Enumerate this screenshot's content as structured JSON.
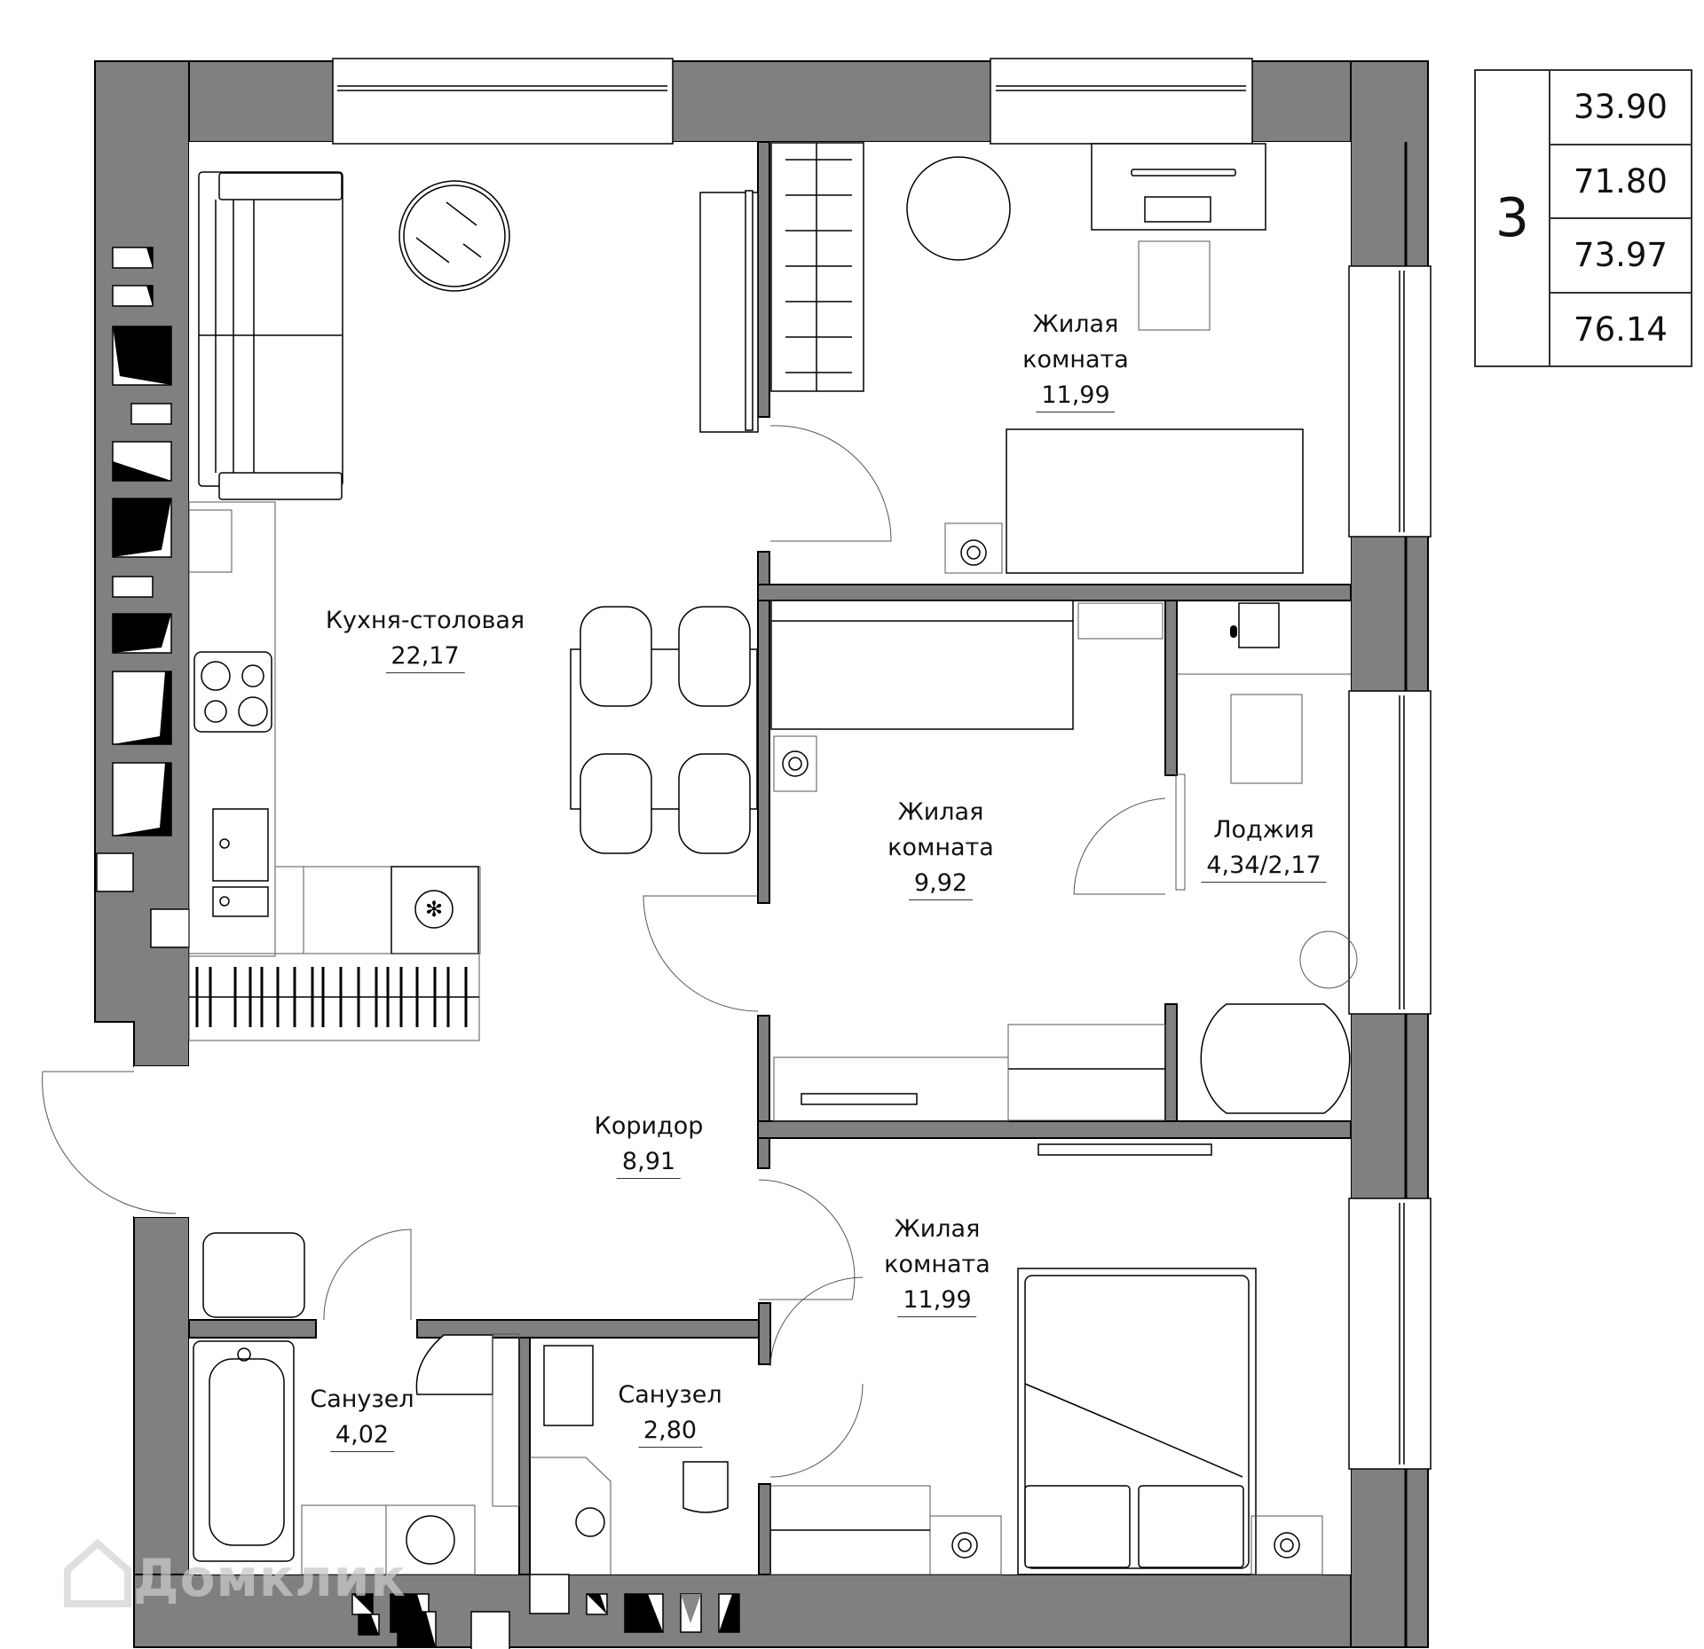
{
  "summary": {
    "rooms_count": "3",
    "areas": [
      "33.90",
      "71.80",
      "73.97",
      "76.14"
    ]
  },
  "rooms": [
    {
      "id": "kitchen",
      "name": "Кухня-столовая",
      "area": "22,17"
    },
    {
      "id": "bedroom-top",
      "name_line1": "Жилая",
      "name_line2": "комната",
      "area": "11,99"
    },
    {
      "id": "bedroom-middle",
      "name_line1": "Жилая",
      "name_line2": "комната",
      "area": "9,92"
    },
    {
      "id": "loggia",
      "name": "Лоджия",
      "area": "4,34/2,17"
    },
    {
      "id": "corridor",
      "name": "Коридор",
      "area": "8,91"
    },
    {
      "id": "bedroom-bottom",
      "name_line1": "Жилая",
      "name_line2": "комната",
      "area": "11,99"
    },
    {
      "id": "bathroom-large",
      "name": "Санузел",
      "area": "4,02"
    },
    {
      "id": "bathroom-small",
      "name": "Санузел",
      "area": "2,80"
    }
  ],
  "watermark": {
    "text": "Домклик",
    "icon": "house-logo-icon"
  },
  "colors": {
    "wall": "#808080",
    "line": "#000000",
    "background": "#ffffff"
  }
}
